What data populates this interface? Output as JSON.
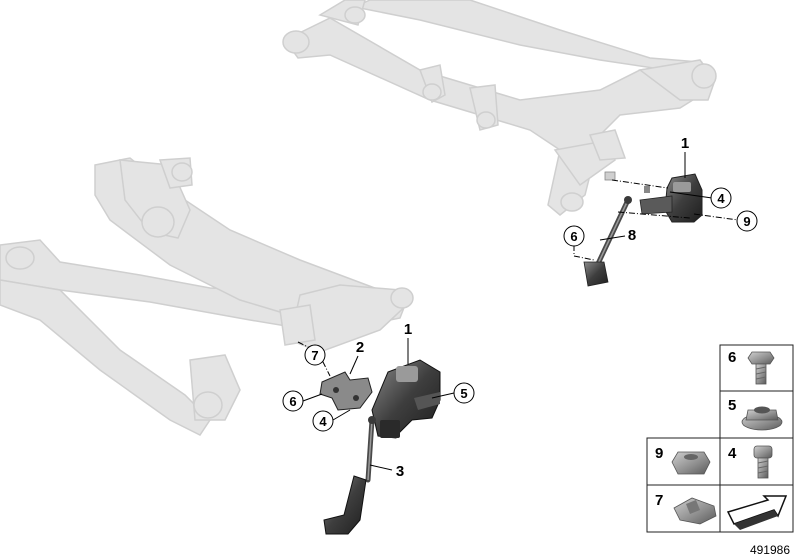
{
  "diagram": {
    "id_label": "491986",
    "callouts": {
      "rear_sensor": "1",
      "rear_nut": "4",
      "rear_washer": "9",
      "rear_bolt": "6",
      "rear_rod": "8",
      "front_sensor": "1",
      "front_bracket": "2",
      "front_rod": "3",
      "front_clip": "7",
      "front_bolt": "6",
      "front_nut": "4",
      "front_washer": "5"
    },
    "legend": {
      "cell_6": "6",
      "cell_5": "5",
      "cell_9": "9",
      "cell_4": "4",
      "cell_7": "7"
    }
  },
  "colors": {
    "frame_fill": "#e4e4e4",
    "frame_stroke": "#cfcfcf",
    "part_dark": "#3a3a3a",
    "part_mid": "#6a6a6a",
    "legend_border": "#222222"
  }
}
